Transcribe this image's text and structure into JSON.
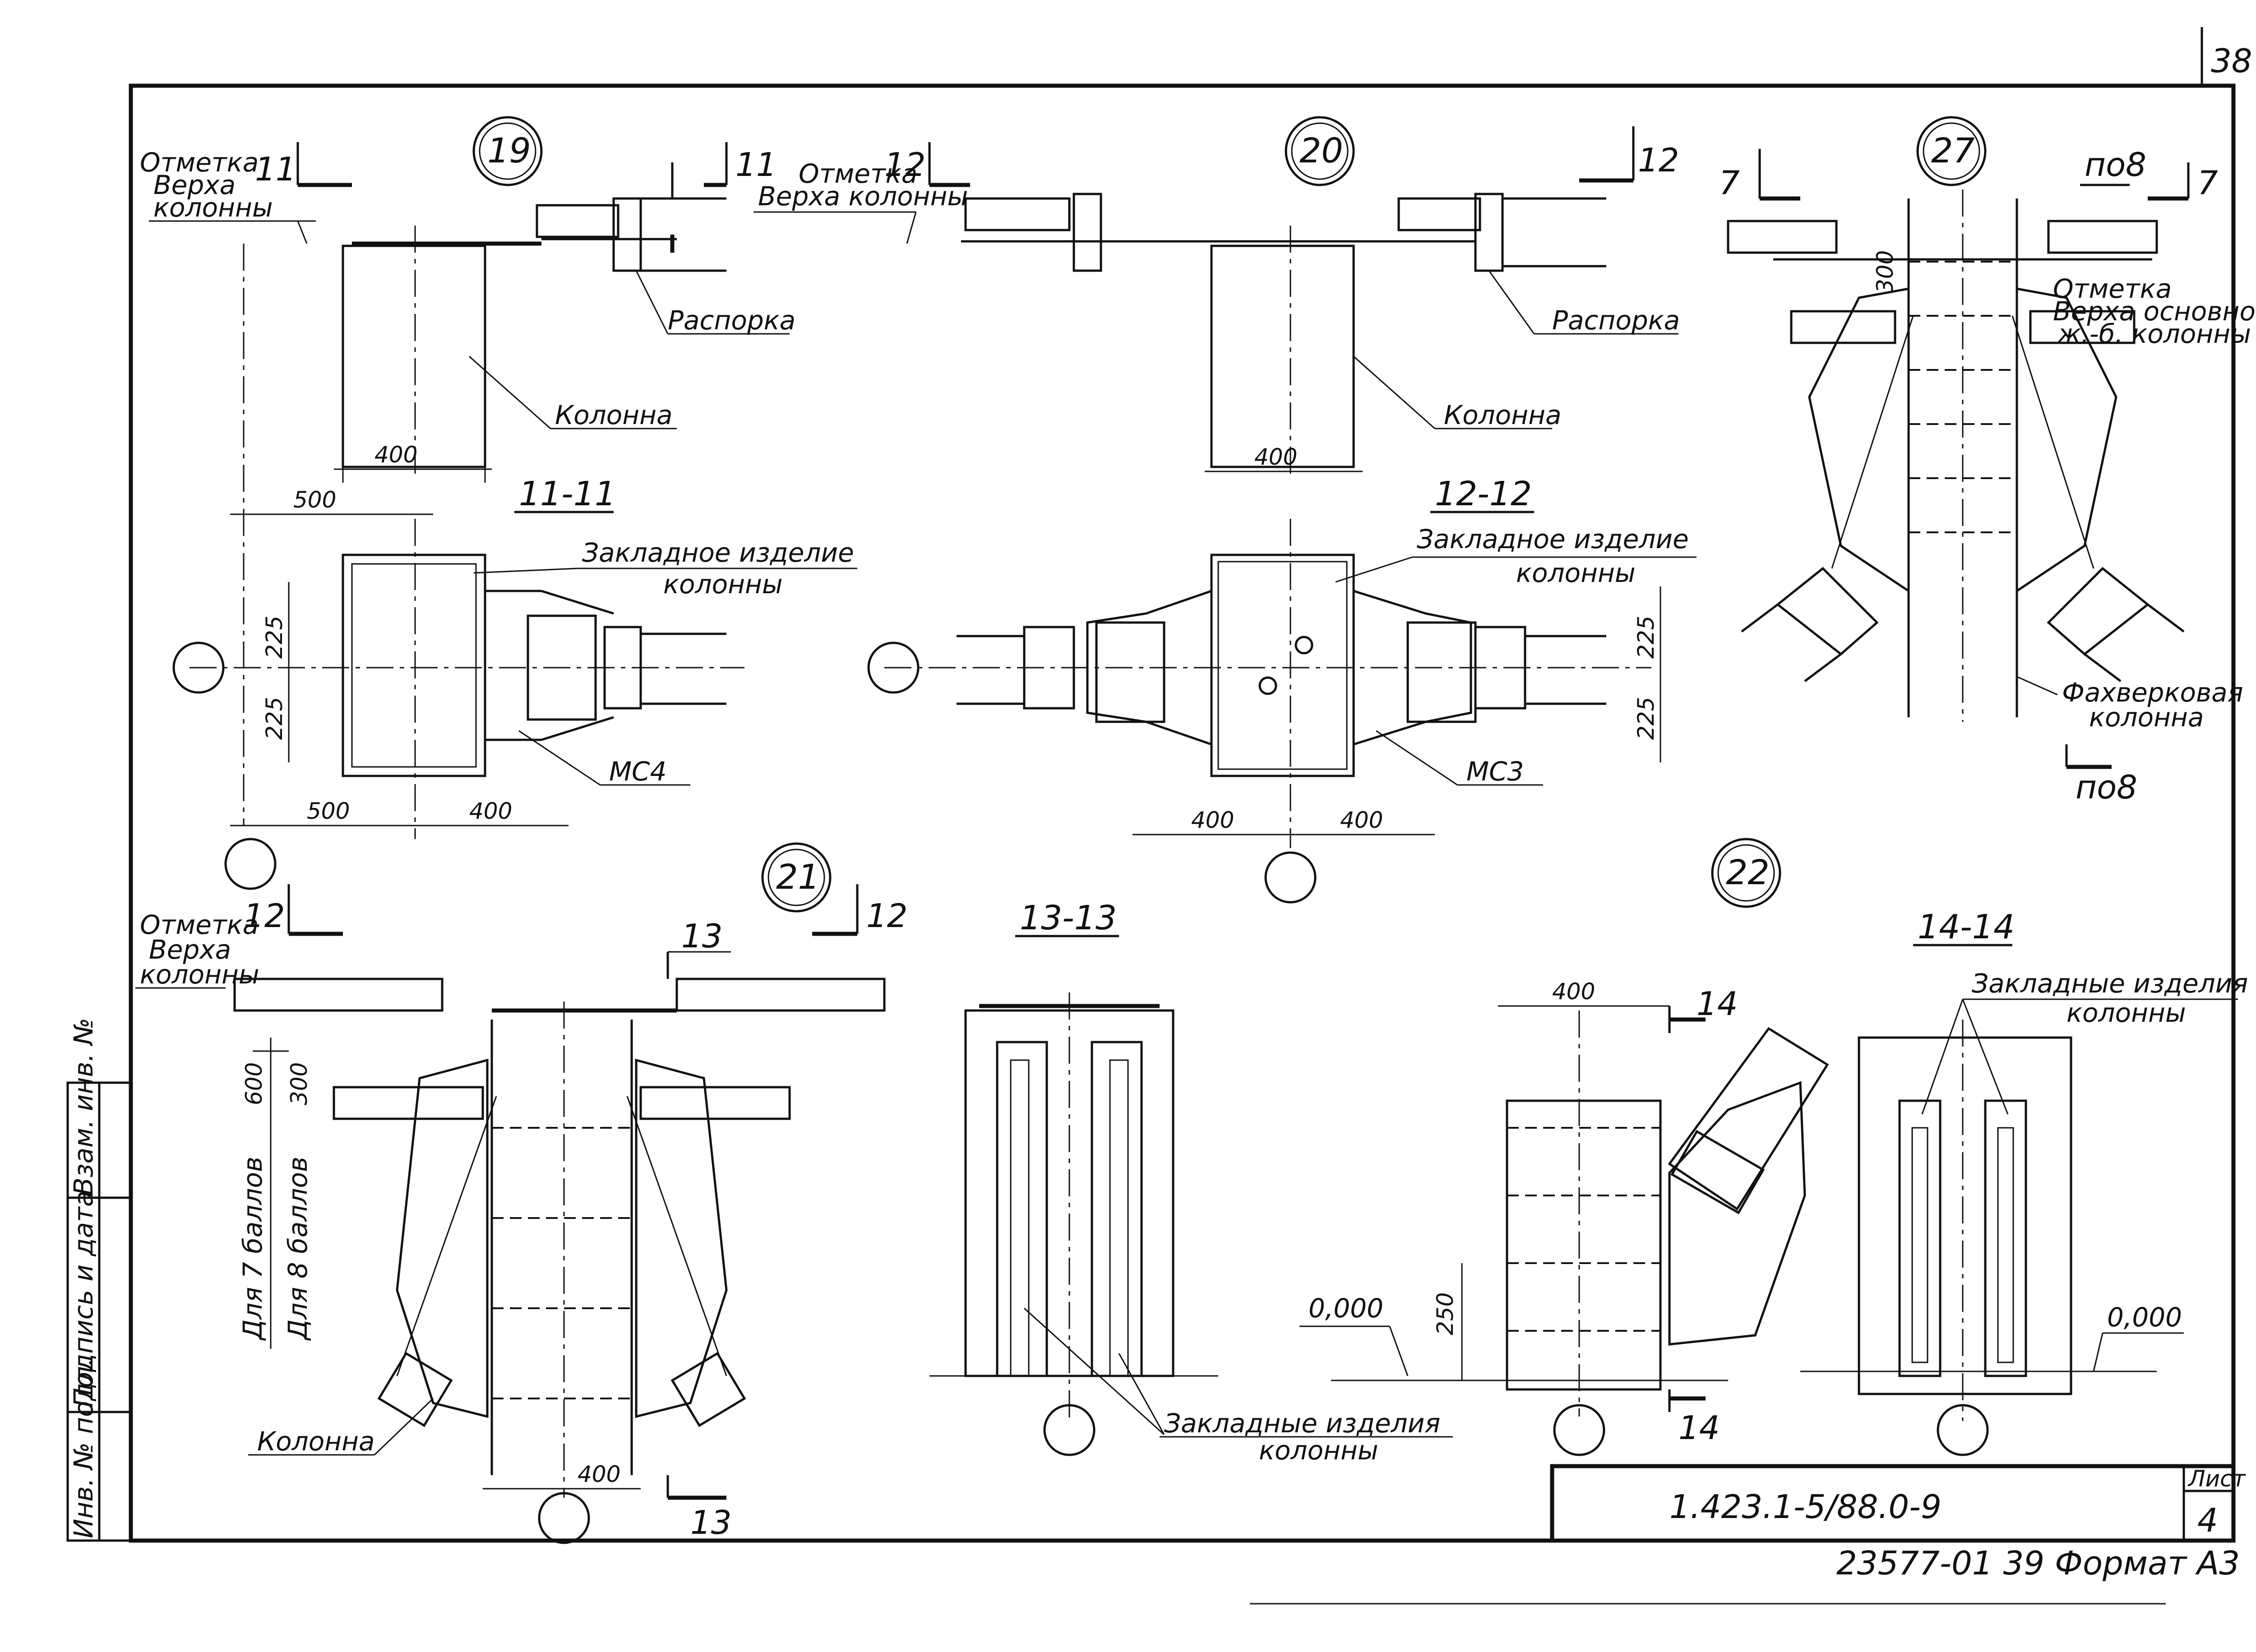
{
  "sheet": {
    "page_number": "38",
    "designation": "1.423.1-5/88.0-9",
    "sheet_label": "Лист",
    "sheet_number": "4",
    "footer": "23577-01 39 Формат А3"
  },
  "side_stamp": [
    "Инв. № подл.",
    "Подпись и дата",
    "Взам. инв. №"
  ],
  "nodes": [
    "19",
    "20",
    "27",
    "21",
    "22"
  ],
  "sections": {
    "s11": "11-11",
    "s12": "12-12",
    "s13": "13-13",
    "s14": "14-14",
    "cut11": "11",
    "cut12": "12",
    "cut13": "13",
    "cut14": "14",
    "cut7": "7",
    "po8": "по8"
  },
  "labels": {
    "otmetka": "Отметка",
    "verha": "Верха",
    "kolonny": "колонны",
    "verha_kolonny": "Верха колонны",
    "rasporka": "Распорка",
    "kolonna": "Колонна",
    "zakladnoe_izdelie": "Закладное изделие",
    "zakladnye_izdeliya": "Закладные изделия",
    "ms4": "МС4",
    "ms3": "МС3",
    "fahverk_1": "Фахверковая",
    "fahverk_2": "колонна",
    "otmetka_verha_osn_1": "Отметка",
    "otmetka_verha_osn_2": "Верха основной",
    "otmetka_verha_osn_3": "ж.-б. колонны",
    "for7": "Для 7 баллов",
    "for8": "Для 8 баллов",
    "zero": "0,000"
  },
  "dims": {
    "d400": "400",
    "d500": "500",
    "d225": "225",
    "d600": "600",
    "d300": "300",
    "d250": "250"
  }
}
